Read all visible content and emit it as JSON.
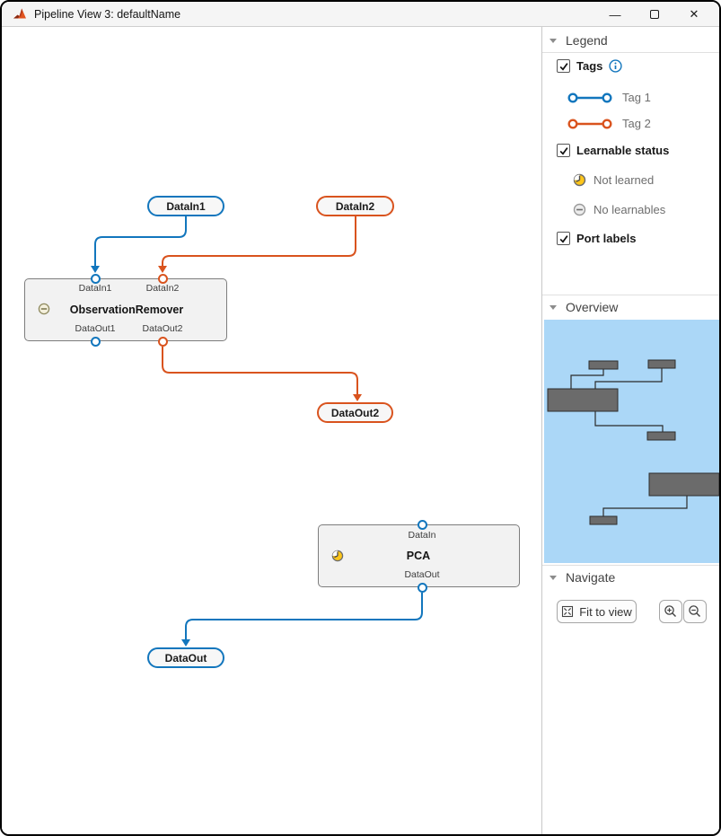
{
  "titlebar": {
    "title": "Pipeline View 3: defaultName",
    "controls": {
      "minimize": "—",
      "close": "✕"
    }
  },
  "colors": {
    "accent_blue": "#1276bd",
    "accent_orange": "#d9531e",
    "minimap_bg": "#abd7f7",
    "minimap_block": "#6b6b6b"
  },
  "sidebar": {
    "legend": {
      "header": "Legend",
      "tags": {
        "label": "Tags",
        "checked": true
      },
      "tag_items": [
        {
          "label": "Tag 1",
          "color": "#1276bd"
        },
        {
          "label": "Tag 2",
          "color": "#d9531e"
        }
      ],
      "learnable": {
        "label": "Learnable status",
        "checked": true
      },
      "learnable_items": [
        {
          "label": "Not learned",
          "icon": "clock-icon"
        },
        {
          "label": "No learnables",
          "icon": "minus-circle-icon"
        }
      ],
      "port_labels": {
        "label": "Port labels",
        "checked": true
      }
    },
    "overview": {
      "header": "Overview"
    },
    "navigate": {
      "header": "Navigate",
      "fit_button": "Fit to view"
    }
  },
  "canvas": {
    "nodes": [
      {
        "id": "datain1",
        "label": "DataIn1",
        "color": "blue"
      },
      {
        "id": "datain2",
        "label": "DataIn2",
        "color": "orange"
      },
      {
        "id": "dataout2",
        "label": "DataOut2",
        "color": "orange"
      },
      {
        "id": "dataout",
        "label": "DataOut",
        "color": "blue"
      }
    ],
    "blocks": [
      {
        "name": "ObservationRemover",
        "status": "no-learnables",
        "in_ports": [
          "DataIn1",
          "DataIn2"
        ],
        "out_ports": [
          "DataOut1",
          "DataOut2"
        ]
      },
      {
        "name": "PCA",
        "status": "not-learned",
        "in_ports": [
          "DataIn"
        ],
        "out_ports": [
          "DataOut"
        ]
      }
    ]
  }
}
